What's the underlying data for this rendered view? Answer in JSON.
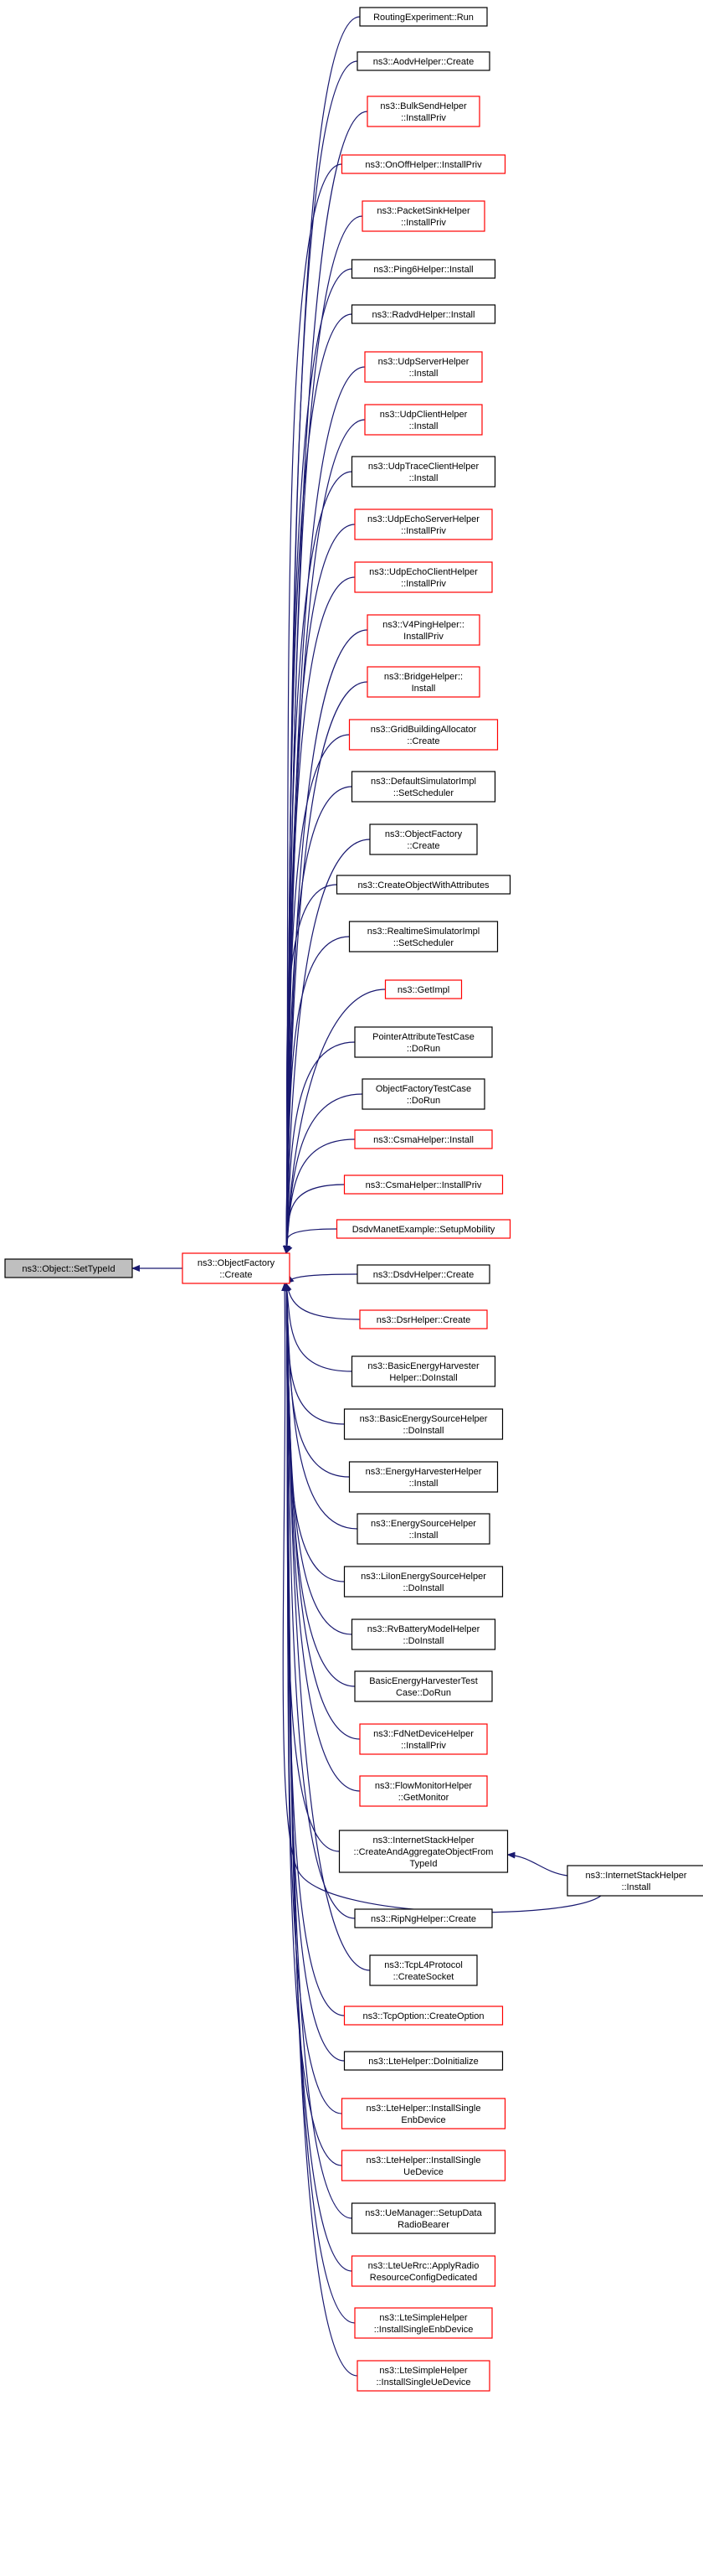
{
  "root": {
    "label": [
      "ns3::Object::SetTypeId"
    ],
    "border": "#000000",
    "fill": "#bfbfbf"
  },
  "center": {
    "label": [
      "ns3::ObjectFactory",
      "::Create"
    ],
    "border": "#ff0000"
  },
  "tail": {
    "label": [
      "ns3::InternetStackHelper",
      "::Install"
    ],
    "border": "#000000"
  },
  "edge_color": "#191970",
  "callers": [
    {
      "label": [
        "RoutingExperiment::Run"
      ],
      "border": "#000000"
    },
    {
      "label": [
        "ns3::AodvHelper::Create"
      ],
      "border": "#000000"
    },
    {
      "label": [
        "ns3::BulkSendHelper",
        "::InstallPriv"
      ],
      "border": "#ff0000"
    },
    {
      "label": [
        "ns3::OnOffHelper::InstallPriv"
      ],
      "border": "#ff0000"
    },
    {
      "label": [
        "ns3::PacketSinkHelper",
        "::InstallPriv"
      ],
      "border": "#ff0000"
    },
    {
      "label": [
        "ns3::Ping6Helper::Install"
      ],
      "border": "#000000"
    },
    {
      "label": [
        "ns3::RadvdHelper::Install"
      ],
      "border": "#000000"
    },
    {
      "label": [
        "ns3::UdpServerHelper",
        "::Install"
      ],
      "border": "#ff0000"
    },
    {
      "label": [
        "ns3::UdpClientHelper",
        "::Install"
      ],
      "border": "#ff0000"
    },
    {
      "label": [
        "ns3::UdpTraceClientHelper",
        "::Install"
      ],
      "border": "#000000"
    },
    {
      "label": [
        "ns3::UdpEchoServerHelper",
        "::InstallPriv"
      ],
      "border": "#ff0000"
    },
    {
      "label": [
        "ns3::UdpEchoClientHelper",
        "::InstallPriv"
      ],
      "border": "#ff0000"
    },
    {
      "label": [
        "ns3::V4PingHelper::",
        "InstallPriv"
      ],
      "border": "#ff0000"
    },
    {
      "label": [
        "ns3::BridgeHelper::",
        "Install"
      ],
      "border": "#ff0000"
    },
    {
      "label": [
        "ns3::GridBuildingAllocator",
        "::Create"
      ],
      "border": "#ff0000"
    },
    {
      "label": [
        "ns3::DefaultSimulatorImpl",
        "::SetScheduler"
      ],
      "border": "#000000"
    },
    {
      "label": [
        "ns3::ObjectFactory",
        "::Create"
      ],
      "border": "#000000"
    },
    {
      "label": [
        "ns3::CreateObjectWithAttributes"
      ],
      "border": "#000000"
    },
    {
      "label": [
        "ns3::RealtimeSimulatorImpl",
        "::SetScheduler"
      ],
      "border": "#000000"
    },
    {
      "label": [
        "ns3::GetImpl"
      ],
      "border": "#ff0000"
    },
    {
      "label": [
        "PointerAttributeTestCase",
        "::DoRun"
      ],
      "border": "#000000"
    },
    {
      "label": [
        "ObjectFactoryTestCase",
        "::DoRun"
      ],
      "border": "#000000"
    },
    {
      "label": [
        "ns3::CsmaHelper::Install"
      ],
      "border": "#ff0000"
    },
    {
      "label": [
        "ns3::CsmaHelper::InstallPriv"
      ],
      "border": "#ff0000"
    },
    {
      "label": [
        "DsdvManetExample::SetupMobility"
      ],
      "border": "#ff0000"
    },
    {
      "label": [
        "ns3::DsdvHelper::Create"
      ],
      "border": "#000000"
    },
    {
      "label": [
        "ns3::DsrHelper::Create"
      ],
      "border": "#ff0000"
    },
    {
      "label": [
        "ns3::BasicEnergyHarvester",
        "Helper::DoInstall"
      ],
      "border": "#000000"
    },
    {
      "label": [
        "ns3::BasicEnergySourceHelper",
        "::DoInstall"
      ],
      "border": "#000000"
    },
    {
      "label": [
        "ns3::EnergyHarvesterHelper",
        "::Install"
      ],
      "border": "#000000"
    },
    {
      "label": [
        "ns3::EnergySourceHelper",
        "::Install"
      ],
      "border": "#000000"
    },
    {
      "label": [
        "ns3::LiIonEnergySourceHelper",
        "::DoInstall"
      ],
      "border": "#000000"
    },
    {
      "label": [
        "ns3::RvBatteryModelHelper",
        "::DoInstall"
      ],
      "border": "#000000"
    },
    {
      "label": [
        "BasicEnergyHarvesterTest",
        "Case::DoRun"
      ],
      "border": "#000000"
    },
    {
      "label": [
        "ns3::FdNetDeviceHelper",
        "::InstallPriv"
      ],
      "border": "#ff0000"
    },
    {
      "label": [
        "ns3::FlowMonitorHelper",
        "::GetMonitor"
      ],
      "border": "#ff0000"
    },
    {
      "label": [
        "ns3::InternetStackHelper",
        "::CreateAndAggregateObjectFrom",
        "TypeId"
      ],
      "border": "#000000"
    },
    {
      "label": [
        "ns3::RipNgHelper::Create"
      ],
      "border": "#000000"
    },
    {
      "label": [
        "ns3::TcpL4Protocol",
        "::CreateSocket"
      ],
      "border": "#000000"
    },
    {
      "label": [
        "ns3::TcpOption::CreateOption"
      ],
      "border": "#ff0000"
    },
    {
      "label": [
        "ns3::LteHelper::DoInitialize"
      ],
      "border": "#000000"
    },
    {
      "label": [
        "ns3::LteHelper::InstallSingle",
        "EnbDevice"
      ],
      "border": "#ff0000"
    },
    {
      "label": [
        "ns3::LteHelper::InstallSingle",
        "UeDevice"
      ],
      "border": "#ff0000"
    },
    {
      "label": [
        "ns3::UeManager::SetupData",
        "RadioBearer"
      ],
      "border": "#000000"
    },
    {
      "label": [
        "ns3::LteUeRrc::ApplyRadio",
        "ResourceConfigDedicated"
      ],
      "border": "#ff0000"
    },
    {
      "label": [
        "ns3::LteSimpleHelper",
        "::InstallSingleEnbDevice"
      ],
      "border": "#ff0000"
    },
    {
      "label": [
        "ns3::LteSimpleHelper",
        "::InstallSingleUeDevice"
      ],
      "border": "#ff0000"
    }
  ]
}
